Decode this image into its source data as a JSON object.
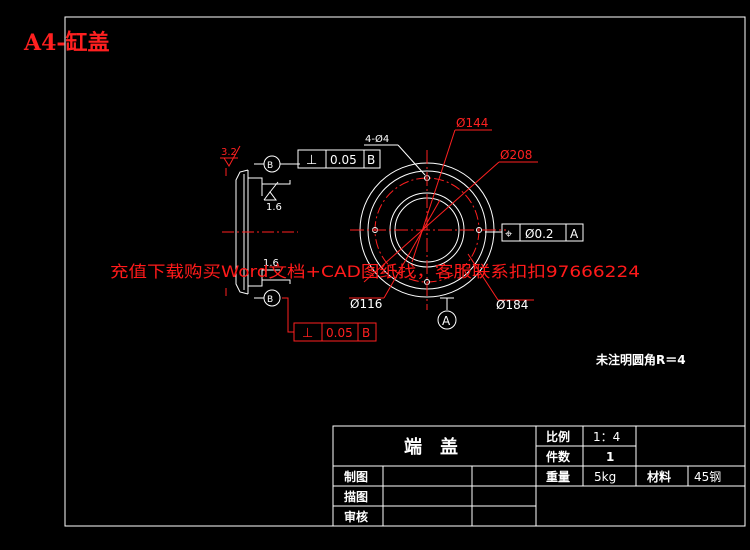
{
  "sheet_title": "A4-缸盖",
  "note": "未注明圆角R＝4",
  "watermark": "充值下载购买Word文档+CAD图纸找，客服联系扣扣97666224",
  "dimensions": {
    "phi144": "Ø144",
    "phi208": "Ø208",
    "phi116": "Ø116",
    "phi184": "Ø184",
    "holes": "4-Ø4"
  },
  "datum_a": "A",
  "roughness": {
    "r32": "3.2",
    "r16a": "1.6",
    "r16b": "1.6"
  },
  "tolerance_top": {
    "symbol": "⊥",
    "value": "0.05",
    "datum": "B"
  },
  "tolerance_bottom": {
    "symbol": "⊥",
    "value": "0.05",
    "datum": "B"
  },
  "tolerance_right": {
    "symbol": "⌖",
    "value": "Ø0.2",
    "datum": "A"
  },
  "title_block": {
    "part_name": "端　盖",
    "scale_label": "比例",
    "scale_value": "1：4",
    "count_label": "件数",
    "count_value": "1",
    "weight_label": "重量",
    "weight_value": "5kg",
    "material_label": "材料",
    "material_value": "45钢",
    "drawn_label": "制图",
    "traced_label": "描图",
    "checked_label": "审核"
  },
  "colors": {
    "background": "#000000",
    "line": "#ffffff",
    "dimension": "#ff2020",
    "title": "#ff2020"
  }
}
